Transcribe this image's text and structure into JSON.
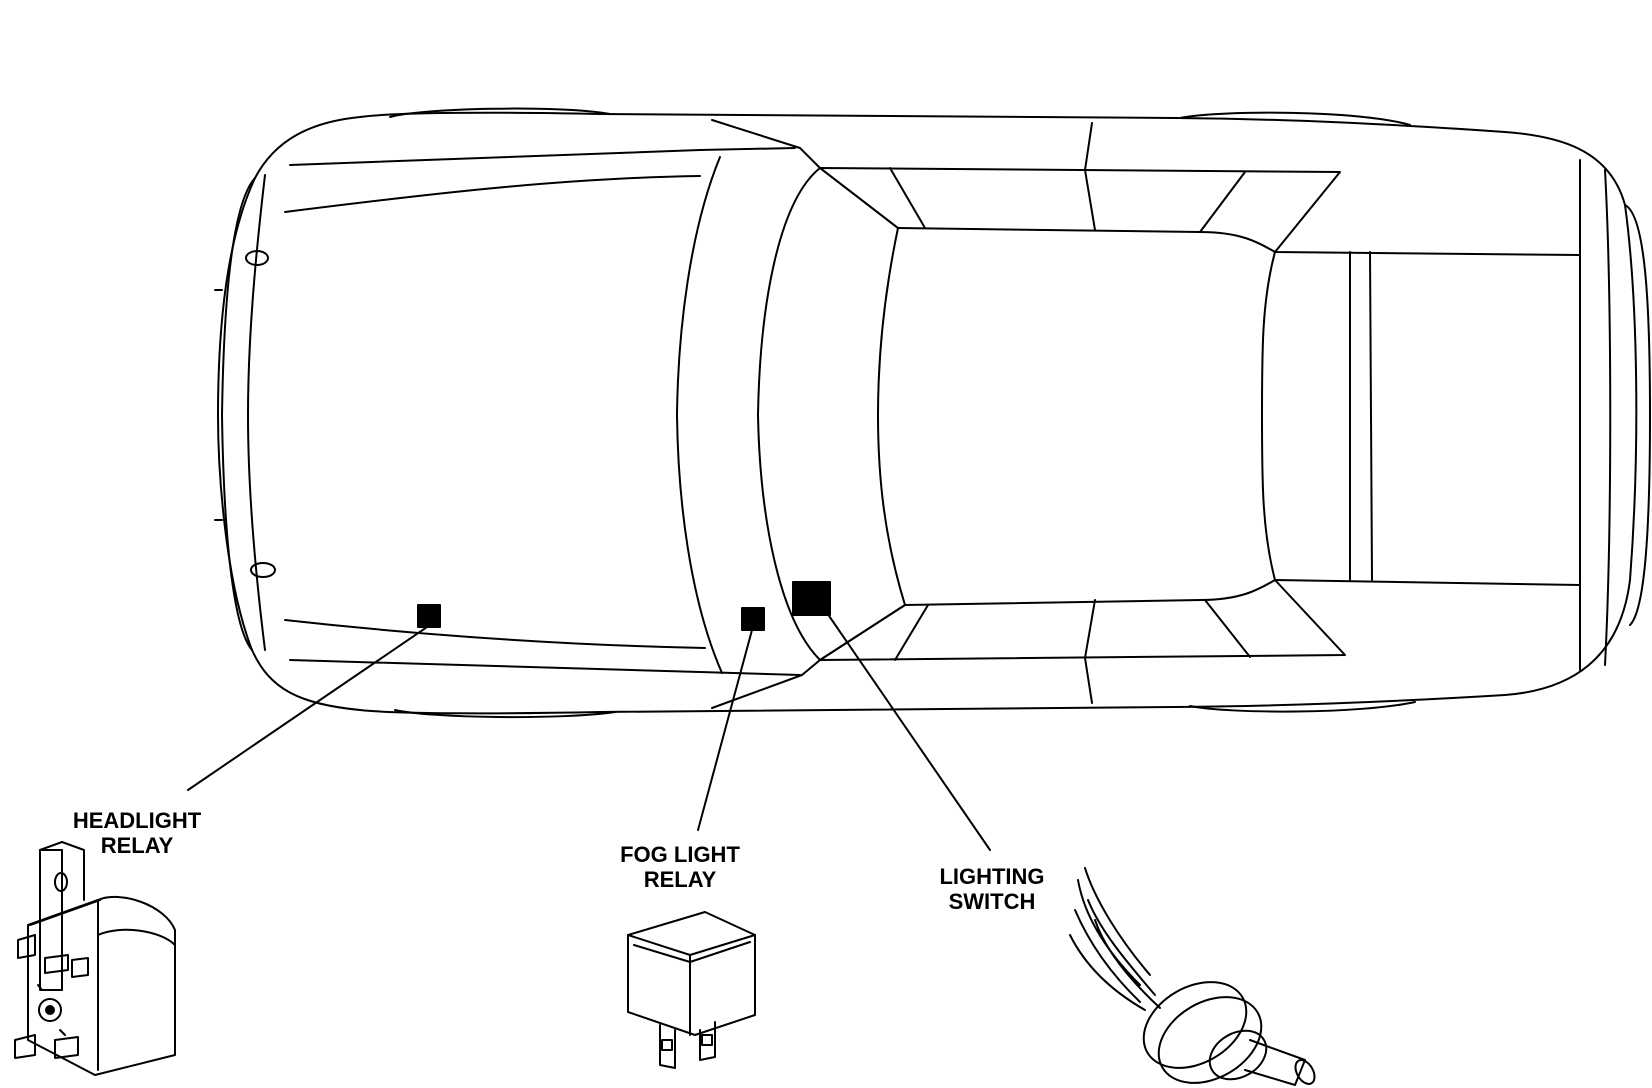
{
  "components": [
    {
      "id": "headlight-relay",
      "line1": "HEADLIGHT",
      "line2": "RELAY"
    },
    {
      "id": "fog-light-relay",
      "line1": "FOG LIGHT",
      "line2": "RELAY"
    },
    {
      "id": "lighting-switch",
      "line1": "LIGHTING",
      "line2": "SWITCH"
    }
  ]
}
